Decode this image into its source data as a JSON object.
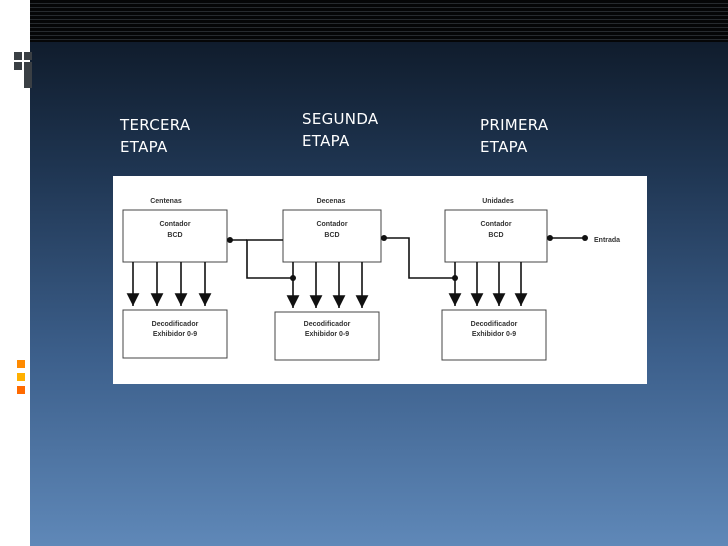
{
  "stages": [
    {
      "name": "tercera",
      "label": "TERCERA\nETAPA"
    },
    {
      "name": "segunda",
      "label": "SEGUNDA\nETAPA"
    },
    {
      "name": "primera",
      "label": "PRIMERA\nETAPA"
    }
  ],
  "diagram": {
    "columns": [
      {
        "title": "Centenas",
        "counter": [
          "Contador",
          "BCD"
        ],
        "decoder": [
          "Decodificador",
          "Exhibidor 0-9"
        ]
      },
      {
        "title": "Decenas",
        "counter": [
          "Contador",
          "BCD"
        ],
        "decoder": [
          "Decodificador",
          "Exhibidor 0-9"
        ]
      },
      {
        "title": "Unidades",
        "counter": [
          "Contador",
          "BCD"
        ],
        "decoder": [
          "Decodificador",
          "Exhibidor 0-9"
        ]
      }
    ],
    "input_label": "Entrada"
  },
  "colors": {
    "background_top": "#0b1420",
    "background_bottom": "#5f88b8",
    "accent_squares": [
      "#ff8a00",
      "#ffb000",
      "#ff6a00"
    ]
  }
}
